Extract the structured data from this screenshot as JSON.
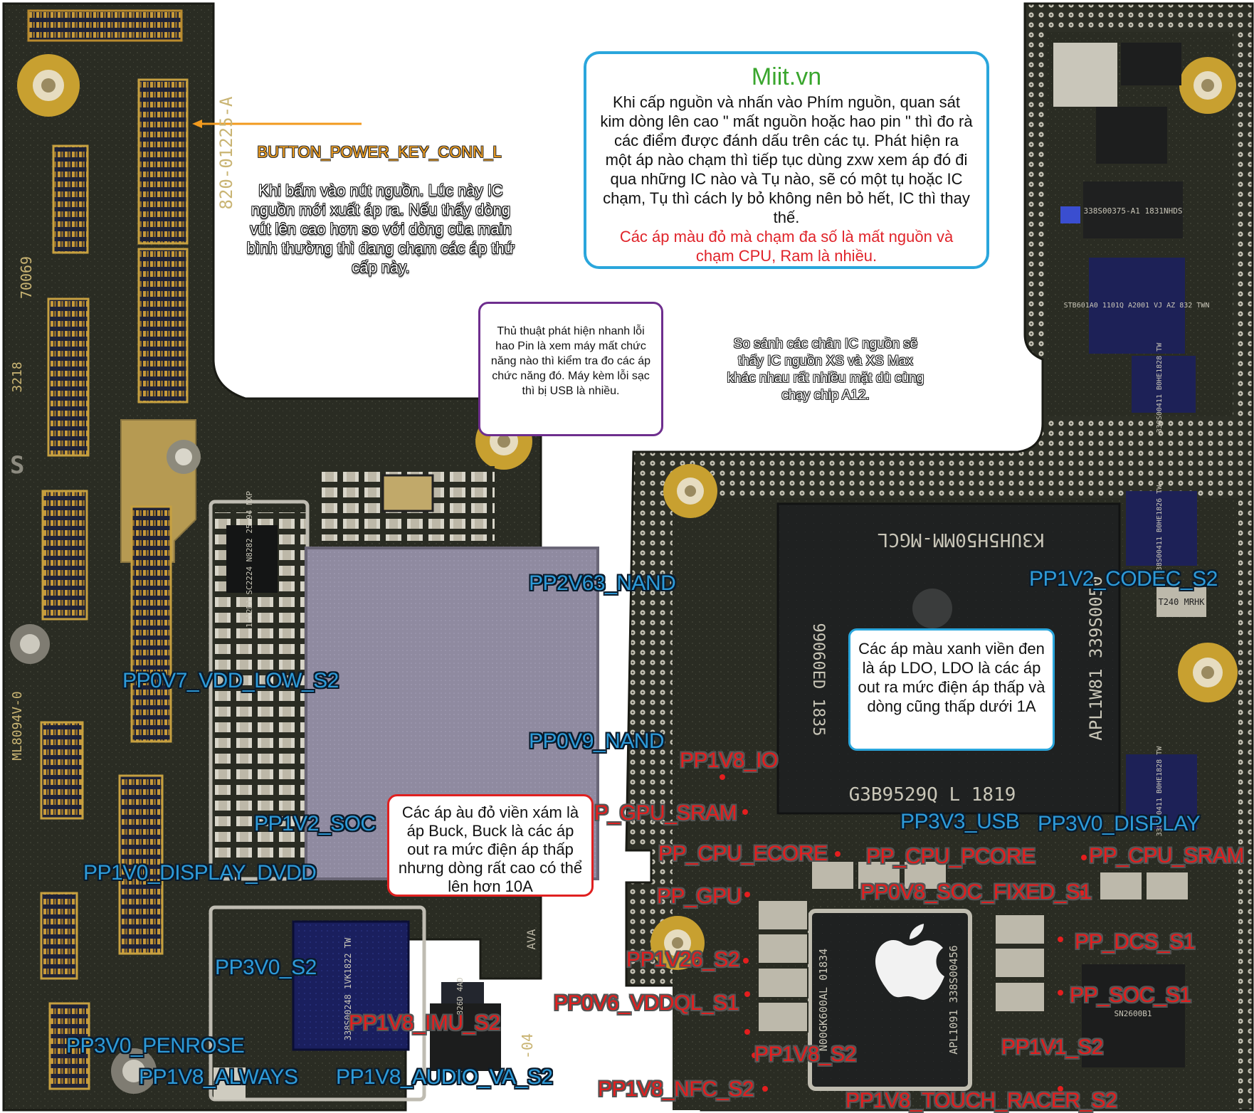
{
  "colors": {
    "ldo_rail": "#2d9ad8",
    "buck_rail": "#e41e1e",
    "connector_label": "#f3a020",
    "brand": "#3aa62e",
    "pcb": "#2a2c23"
  },
  "notes": {
    "main_tip": {
      "brand": "Miit.vn",
      "body": "Khi cấp nguồn và nhấn vào Phím nguồn, quan sát kim dòng lên cao \" mất nguồn hoặc hao pin \" thì đo rà các điểm được đánh dấu trên các tụ. Phát hiện ra một áp nào chạm thì tiếp tục dùng zxw xem áp đó đi qua những IC nào và Tụ nào, sẽ có một tụ hoặc IC chạm, Tụ thì cách ly bỏ không nên bỏ hết, IC thì thay thế.",
      "warning": "Các áp màu đỏ mà chạm đa số là mất nguồn và chạm CPU, Ram là nhiều."
    },
    "battery_tip": "Thủ thuật phát hiện nhanh lỗi hao Pin là xem máy mất chức năng nào thì kiểm tra đo các áp chức năng đó. Máy kèm lỗi sạc thì bị USB là nhiều.",
    "compare_tip": "So sánh các chân IC nguồn sẽ thấy IC nguồn XS và XS Max khác nhau rất nhiều mặt dù cùng chạy chip A12.",
    "ldo_tip": "Các áp màu xanh viền đen là áp LDO, LDO là các áp out ra mức điện áp thấp và dòng cũng thấp dưới 1A",
    "buck_tip": "Các áp àu đỏ viền xám là áp Buck, Buck là các áp out ra mức điện áp thấp nhưng dòng rất cao có thể lên hơn 10A",
    "connector": {
      "name": "BUTTON_POWER_KEY_CONN_L",
      "desc": "Khi bấm vào nút nguồn. Lúc này IC nguồn mới xuất áp ra. Nếu thấy dòng vút lên cao hơn so với dòng của main bình thường thì đang chạm các áp thứ cấp này."
    }
  },
  "board_markings": {
    "left_part_number": "820-01225-A",
    "left_code": "70069",
    "left_date": "3218",
    "left_serial": "ML8094V-0",
    "soc_top": "K3UH5H50MM-MGCL",
    "soc_side": "APL1W81 339S0050",
    "soc_bottom": "G3B9529Q L 1819",
    "soc_left": "99060ED 1835",
    "pmu_vertical": "APL1091 338S00456",
    "pmu_code": "N00GK600AL 01834",
    "ic_top_right": "338S00375-A1 1831NHDS",
    "ic_st": "STB601A0 1101Q A2001 VJ AZ 832 TWN",
    "ic_codec_a": "338S00411 B0HE1828 TW",
    "ic_codec_b": "338S00411 B0HE1826 TW",
    "ic_codec_c": "338S00411 B0HE1828 TW",
    "ic_audio": "338S00248 1VK1822 TW",
    "ic_sn": "SN2600B1",
    "ic_t240": "T240 MRHK",
    "ic_nxp": "1612D1 SC2224 N8282 25-94 NXP",
    "ic_dm": "826D 4AD",
    "ava": "AVA",
    "minus04": "-04",
    "s_mark": "S"
  },
  "rails": {
    "ldo": [
      "PP2V63_NAND",
      "PP0V7_VDD_LOW_S2",
      "PP0V9_NAND",
      "PP1V2_SOC",
      "PP1V0_DISPLAY_DVDD",
      "PP3V0_S2",
      "PP3V0_PENROSE",
      "PP1V8_ALWAYS",
      "PP1V8_AUDIO_VA_S2",
      "PP1V2_CODEC_S2",
      "PP3V3_USB",
      "PP3V0_DISPLAY"
    ],
    "buck": [
      "PP1V8_IO",
      "P_GPU_SRAM",
      "PP_CPU_ECORE",
      "PP_GPU",
      "PP1V26_S2",
      "PP0V6_VDDQL_S1",
      "PP1V8_S2",
      "PP1V8_NFC_S2",
      "PP1V8_IMU_S2",
      "PP_CPU_PCORE",
      "PP_CPU_SRAM",
      "PP0V8_SOC_FIXED_S1",
      "PP_DCS_S1",
      "PP_SOC_S1",
      "PP1V1_S2",
      "PP1V8_TOUCH_RACER_S2"
    ]
  }
}
